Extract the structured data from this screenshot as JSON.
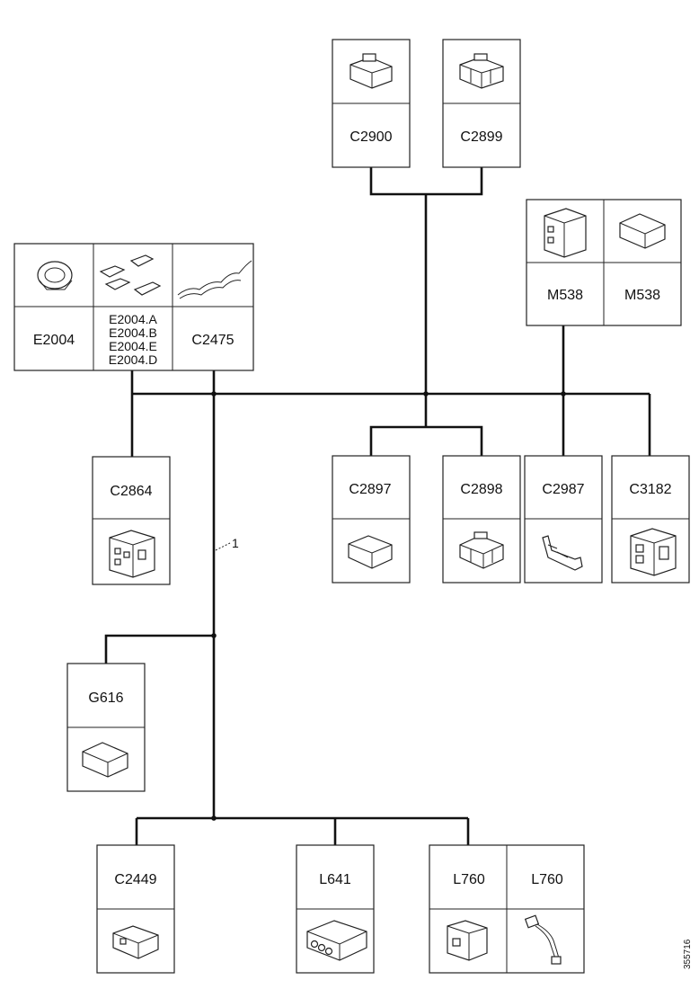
{
  "connectors": {
    "c2900": "C2900",
    "c2899": "C2899",
    "m538a": "M538",
    "m538b": "M538",
    "e2004": "E2004",
    "e2004_variants": [
      "E2004.A",
      "E2004.B",
      "E2004.E",
      "E2004.D"
    ],
    "c2475": "C2475",
    "c2864": "C2864",
    "c2897": "C2897",
    "c2898": "C2898",
    "c2987": "C2987",
    "c3182": "C3182",
    "g616": "G616",
    "c2449": "C2449",
    "l641": "L641",
    "l760a": "L760",
    "l760b": "L760"
  },
  "callout": "1",
  "figure_id": "355716"
}
